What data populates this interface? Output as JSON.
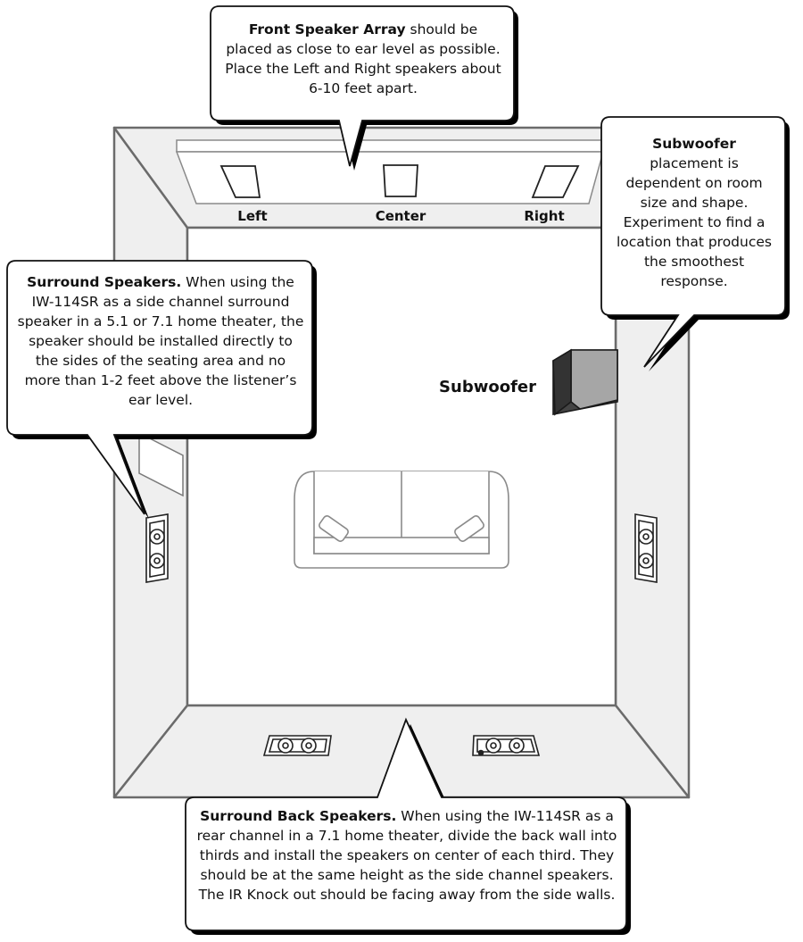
{
  "front_labels": {
    "left": "Left",
    "center": "Center",
    "right": "Right"
  },
  "subwoofer_label": "Subwoofer",
  "callouts": {
    "front": {
      "title": "Front Speaker Array",
      "text": " should be placed as close to ear level as possible. Place the Left and Right speakers about 6-10 feet apart."
    },
    "subwoofer": {
      "title": "Subwoofer",
      "text": "placement is dependent on room size and shape. Experiment to find a location that produces the smoothest response."
    },
    "surround": {
      "title": "Surround Speakers.",
      "text": " When using the IW-114SR as a side channel surround speaker in a 5.1 or 7.1 home theater, the speaker should be installed directly to the sides of the seating area and no more than 1-2 feet above the listener’s ear level."
    },
    "surround_back": {
      "title": "Surround Back Speakers.",
      "text": " When using the IW-114SR as a rear channel in a 7.1 home theater, divide the back wall into thirds and install the speakers on center of each third. They should be at the same height as the side channel speakers.  The IR Knock out should be facing away from the side walls."
    }
  }
}
